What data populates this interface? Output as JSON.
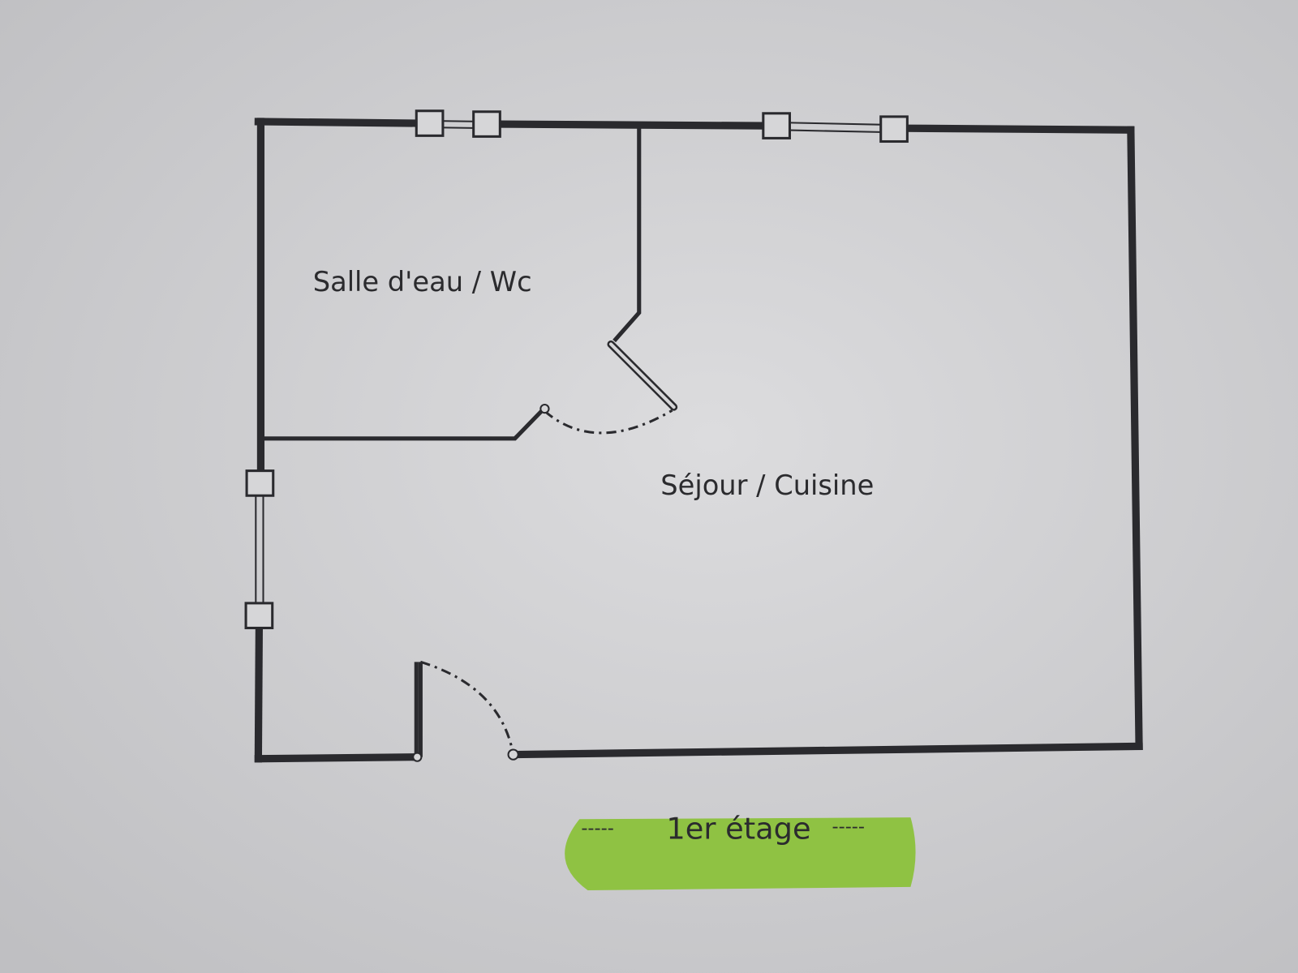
{
  "rooms": {
    "bathroom_label": "Salle d'eau / Wc",
    "living_label": "Séjour / Cuisine"
  },
  "caption": {
    "dashes_left": "-----",
    "text": "1er étage",
    "dashes_right": "-----",
    "highlight_color": "#8fc243"
  },
  "colors": {
    "paper": "#d4d4d6",
    "wall": "#2a2a2e"
  }
}
